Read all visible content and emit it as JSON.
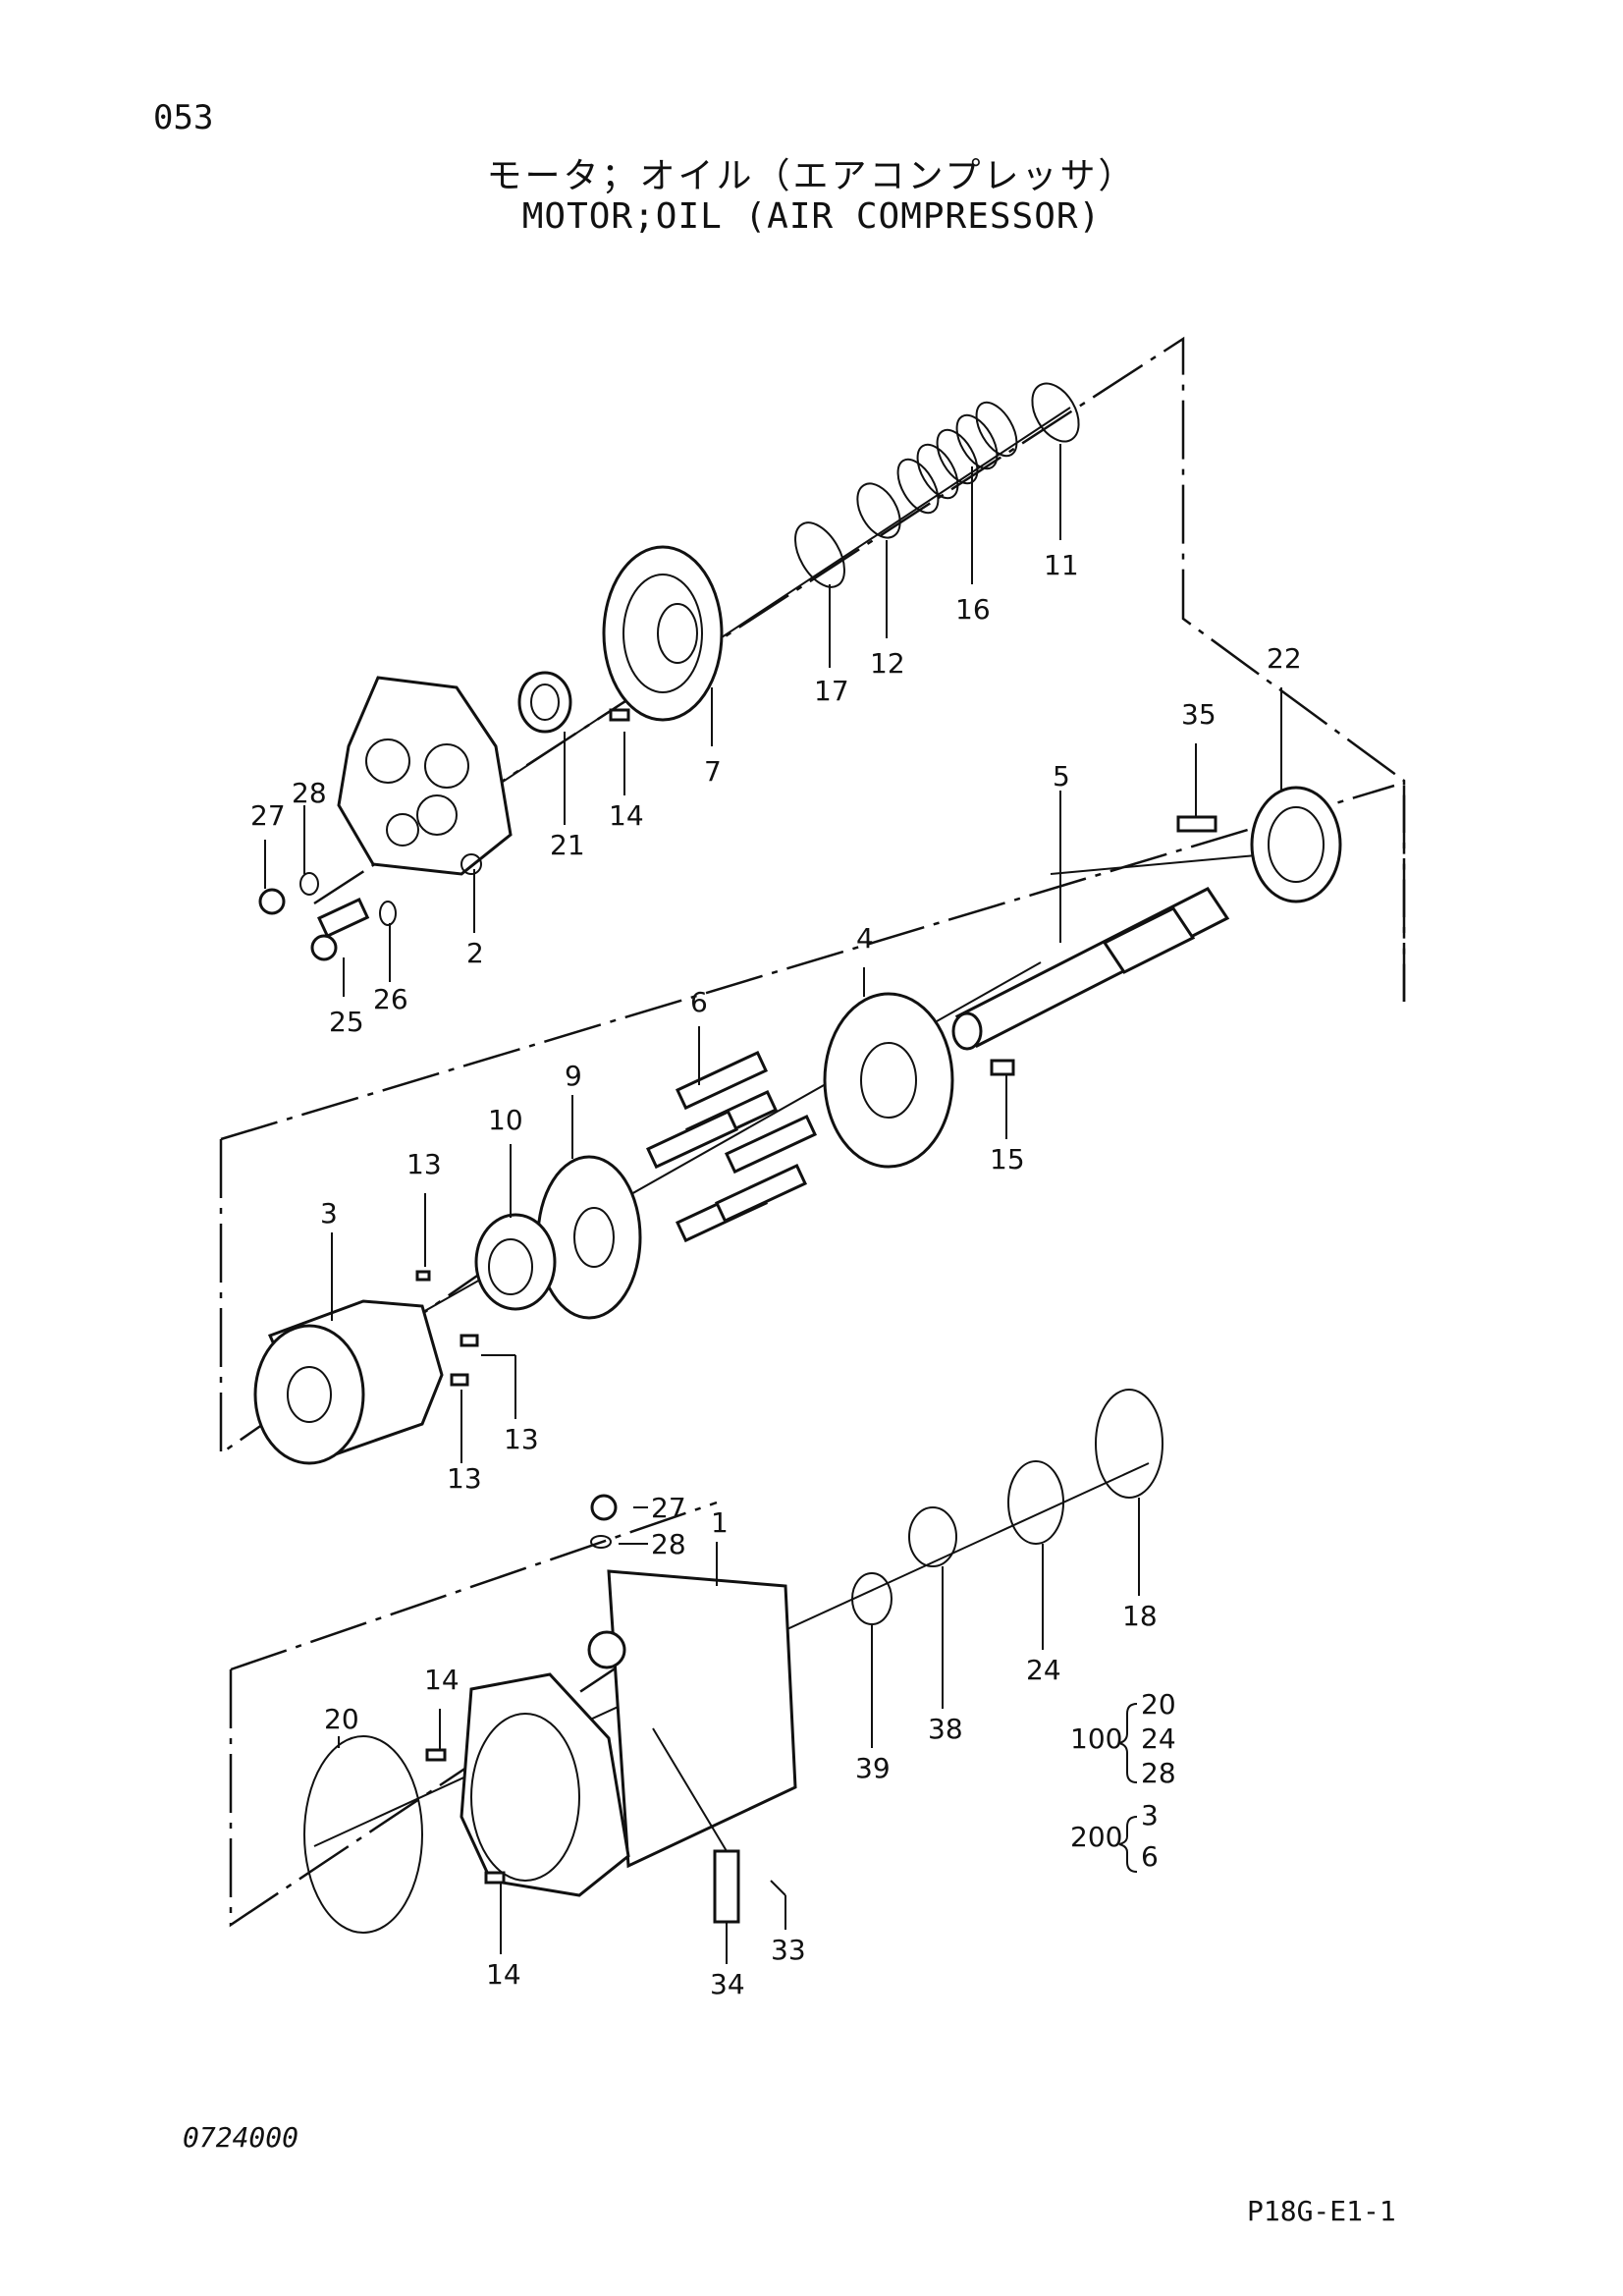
{
  "header": {
    "page_number": "053",
    "title_jp": "モータ；オイル（エアコンプレッサ）",
    "title_en": "MOTOR;OIL (AIR COMPRESSOR)"
  },
  "callouts": {
    "c1": "1",
    "c2": "2",
    "c3": "3",
    "c4": "4",
    "c5": "5",
    "c6": "6",
    "c7": "7",
    "c9": "9",
    "c10": "10",
    "c11": "11",
    "c12": "12",
    "c13a": "13",
    "c13b": "13",
    "c13c": "13",
    "c14a": "14",
    "c14b": "14",
    "c14c": "14",
    "c15": "15",
    "c16": "16",
    "c17": "17",
    "c18": "18",
    "c20": "20",
    "c21": "21",
    "c22": "22",
    "c24": "24",
    "c25": "25",
    "c26": "26",
    "c27a": "27",
    "c27b": "27",
    "c28a": "28",
    "c28b": "28",
    "c33": "33",
    "c34": "34",
    "c35": "35",
    "c38": "38",
    "c39": "39"
  },
  "kits": [
    {
      "id": "100",
      "members": [
        "20",
        "24",
        "28"
      ]
    },
    {
      "id": "200",
      "members": [
        "3",
        "6"
      ]
    }
  ],
  "footer": {
    "drawing_code": "0724000",
    "reference": "P18G-E1-1"
  }
}
